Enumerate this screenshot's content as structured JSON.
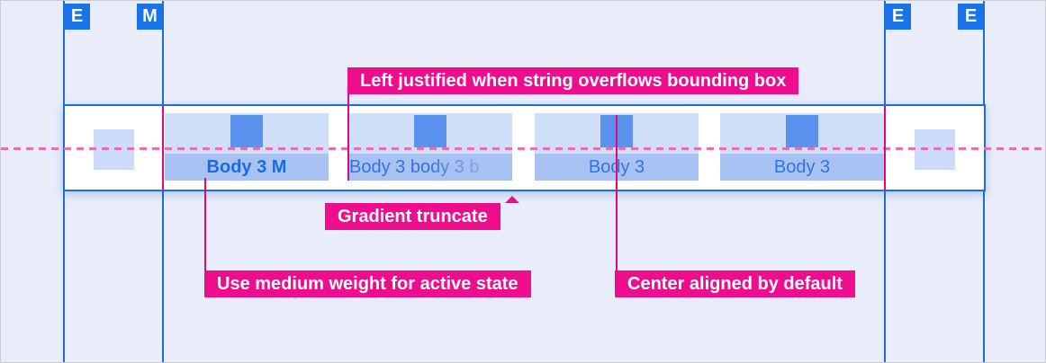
{
  "colors": {
    "background": "#e9edfa",
    "keyline_blue": "#1a6fe0",
    "badge_blue": "#1a73e8",
    "annotation_pink": "#ee0d8d",
    "connector_pink": "#e0087d",
    "dashed_pink": "#ee6cb3",
    "tab_icon_area_bg": "#cfdff8",
    "tab_label_bg": "#a8c3f3",
    "icon_blue": "#5b92ee",
    "edge_square_bg": "#cddcf8",
    "active_label_color": "#1a6ce1",
    "label_color": "#3173e3",
    "bar_bg": "#ffffff"
  },
  "keyline_badges": [
    {
      "label": "E"
    },
    {
      "label": "M"
    },
    {
      "label": "E"
    },
    {
      "label": "E"
    }
  ],
  "tab_bar": {
    "tabs": [
      {
        "label": "Body 3 M",
        "state": "active",
        "icon": "square-icon-placeholder"
      },
      {
        "label": "Body 3 body 3 b",
        "state": "inactive-gradient-truncated",
        "icon": "square-icon-placeholder"
      },
      {
        "label": "Body 3",
        "state": "inactive",
        "icon": "square-icon-placeholder"
      },
      {
        "label": "Body 3",
        "state": "inactive",
        "icon": "square-icon-placeholder"
      }
    ]
  },
  "annotations": {
    "left_justified": {
      "text": "Left justified when string overflows bounding box"
    },
    "gradient_truncate": {
      "text": "Gradient truncate"
    },
    "medium_weight": {
      "text": "Use medium weight for active state"
    },
    "center_aligned": {
      "text": "Center aligned by default"
    }
  }
}
